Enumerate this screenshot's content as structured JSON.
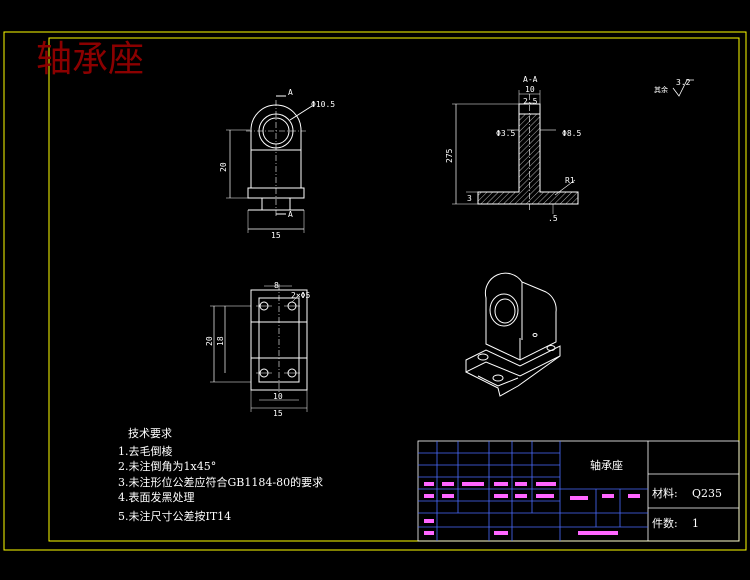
{
  "drawing_title": "轴承座",
  "section_label": "A-A",
  "cut_label_top": "A",
  "cut_label_bottom": "A",
  "roughness_label": "其余",
  "roughness_value": "3.2",
  "front_view_dims": {
    "diameter": "Φ10.5",
    "height": "20",
    "width": "15"
  },
  "section_view_dims": {
    "top_width": "10",
    "inner_width": "2.5",
    "left_dia": "Φ3.5",
    "right_dia": "Φ8.5",
    "height": "275",
    "base_thk": "3",
    "fillet": "R1",
    "base_step": ".5"
  },
  "top_view_dims": {
    "hole_spacing": "8",
    "hole_note": "2×Φ5",
    "outer_height": "20",
    "inner_height": "18",
    "inner_width": "10",
    "outer_width": "15"
  },
  "tech_requirements": {
    "heading": "技术要求",
    "items": [
      "1.去毛倒棱",
      "2.未注倒角为1x45°",
      "3.未注形位公差应符合GB1184-80的要求",
      "4.表面发黑处理",
      "5.未注尺寸公差按IT14"
    ]
  },
  "title_block": {
    "part_name": "轴承座",
    "material_label": "材料:",
    "material_value": "Q235",
    "count_label": "件数:",
    "count_value": "1"
  },
  "colors": {
    "background": "#000000",
    "frame": "#ffff00",
    "table_lines": "#4a6cff",
    "title_red": "#8b0000",
    "small_text": "#ff66ff"
  }
}
